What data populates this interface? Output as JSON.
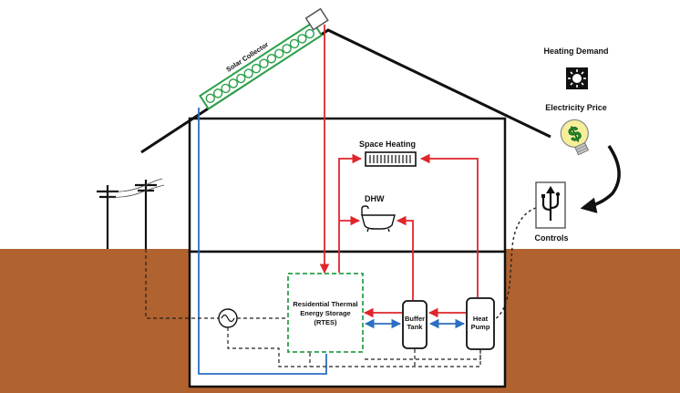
{
  "labels": {
    "solar_collector": "Solar Collector",
    "space_heating": "Space Heating",
    "dhw": "DHW",
    "rtes_line1": "Residential Thermal",
    "rtes_line2": "Energy Storage",
    "rtes_line3": "(RTES)",
    "buffer_line1": "Buffer",
    "buffer_line2": "Tank",
    "heatpump_line1": "Heat",
    "heatpump_line2": "Pump",
    "heating_demand": "Heating Demand",
    "electricity_price": "Electricity Price",
    "controls": "Controls"
  },
  "icons": {
    "sun": "sun-icon",
    "price_bulb": "dollar-lightbulb-icon",
    "usb": "usb-icon",
    "radiator": "radiator-icon",
    "bathtub": "bathtub-icon",
    "power_pole": "power-pole-icon",
    "generator": "sine-wave-icon"
  },
  "colors": {
    "ground": "#b0622f",
    "hot_flow": "#e0262b",
    "cold_flow": "#2b6fc1",
    "bidirectional_flow": "#2b6fc1",
    "collector": "#2ca14a",
    "rtes_border": "#2ca14a",
    "wall": "#111111",
    "control_wire": "#222222"
  }
}
